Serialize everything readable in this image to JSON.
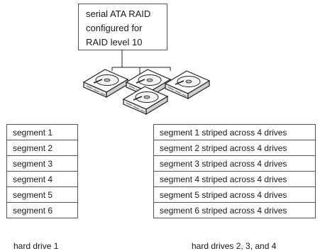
{
  "controller": {
    "lines": [
      "serial ATA RAID",
      "configured for",
      "RAID level 10"
    ]
  },
  "left_table": {
    "rows": [
      "segment 1",
      "segment 2",
      "segment 3",
      "segment 4",
      "segment 5",
      "segment 6"
    ],
    "caption": "hard drive 1"
  },
  "right_table": {
    "rows": [
      "segment 1 striped across 4 drives",
      "segment 2 striped across 4 drives",
      "segment 3 striped across 4 drives",
      "segment 4 striped across 4 drives",
      "segment 5 striped across 4 drives",
      "segment 6 striped across 4 drives"
    ],
    "caption": "hard drives 2, 3, and 4"
  },
  "icons": [
    "hard-drive-icon",
    "hard-drive-icon",
    "hard-drive-icon",
    "hard-drive-icon"
  ]
}
